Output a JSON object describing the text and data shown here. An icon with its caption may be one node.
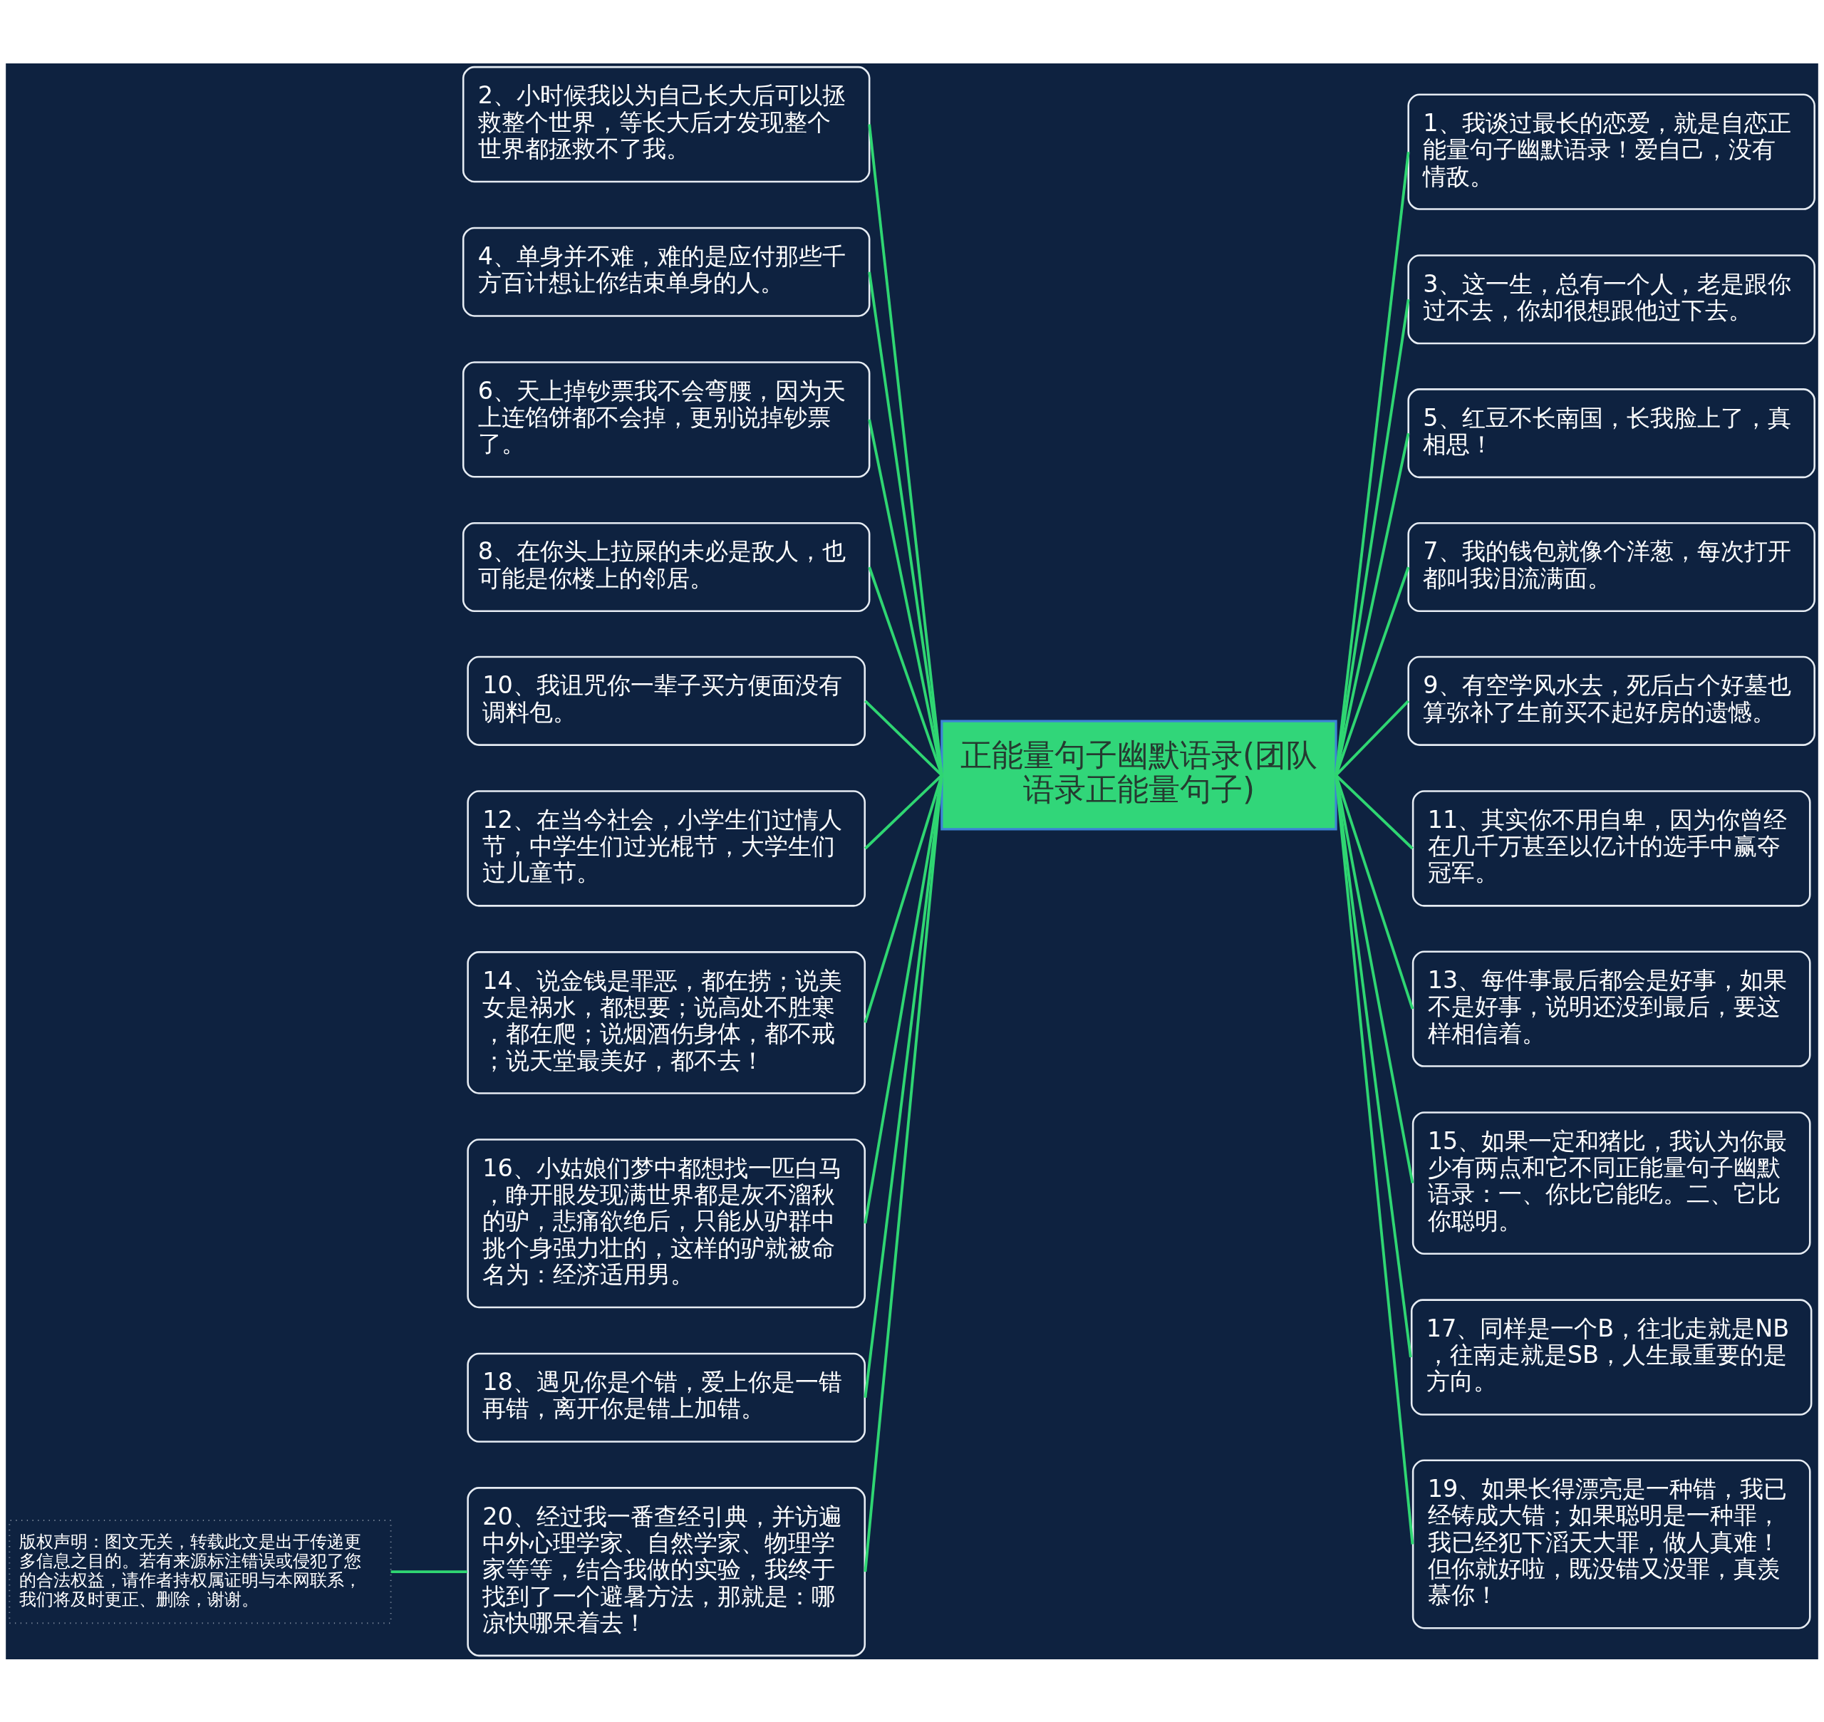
{
  "diagram": {
    "nodes": [
      {
        "text": [
          "正能量句子幽默语录(团队语录正能量句子)"
        ]
      },
      {
        "text": [
          "2、小时候我以为自己长大后可以拯救整个世界，等长大后才发现整个世界都拯救不了我。"
        ]
      },
      {
        "text": [
          "4、单身并不难，难的是应付那些千方百计想让你结束单身的人。"
        ]
      },
      {
        "text": [
          "6、天上掉钞票我不会弯腰，因为天上连馅饼都不会掉，更别说掉钞票了。"
        ]
      },
      {
        "text": [
          "8、在你头上拉屎的未必是敌人，也可能是你楼上的邻居。"
        ]
      },
      {
        "text": [
          "10、我诅咒你一辈子买方便面没有调料包。"
        ]
      },
      {
        "text": [
          "12、在当今社会，小学生们过情人节，中学生们过光棍节，大学生们过儿童节。"
        ]
      },
      {
        "text": [
          "14、说金钱是罪恶，都在捞；说美女是祸水，都想要；说高处不胜寒，都在爬；说烟酒伤身体，都不戒；说天堂最美好，都不去！"
        ]
      },
      {
        "text": [
          "16、小姑娘们梦中都想找一匹白马，睁开眼发现满世界都是灰不溜秋的驴，悲痛欲绝后，只能从驴群中挑个身强力壮的，这样的驴就被命名为：经济适用男。"
        ]
      },
      {
        "text": [
          "18、遇见你是个错，爱上你是一错再错，离开你是错上加错。"
        ]
      },
      {
        "text": [
          "20、经过我一番查经引典，并访遍中外心理学家、自然学家、物理学家等等，结合我做的实验，我终于找到了一个避暑方法，那就是：哪凉快哪呆着去！"
        ]
      },
      {
        "text": [
          "版权声明：图文无关，转载此文是出于传递更多信息之目的。若有来源标注错误或侵犯了您的合法权益，请作者持权属证明与本网联系，我们将及时更正、删除，谢谢。"
        ]
      },
      {
        "text": [
          "1、我谈过最长的恋爱，就是自恋正能量句子幽默语录！爱自己，没有情敌。"
        ]
      },
      {
        "text": [
          "3、这一生，总有一个人，老是跟你过不去，你却很想跟他过下去。"
        ]
      },
      {
        "text": [
          "5、红豆不长南国，长我脸上了，真相思！"
        ]
      },
      {
        "text": [
          "7、我的钱包就像个洋葱，每次打开都叫我泪流满面。"
        ]
      },
      {
        "text": [
          "9、有空学风水去，死后占个好墓也算弥补了生前买不起好房的遗憾。"
        ]
      },
      {
        "text": [
          "11、其实你不用自卑，因为你曾经在几千万甚至以亿计的选手中赢夺冠军。"
        ]
      },
      {
        "text": [
          "13、每件事最后都会是好事，如果不是好事，说明还没到最后，要这样相信着。"
        ]
      },
      {
        "text": [
          "15、如果一定和猪比，我认为你最少有两点和它不同正能量句子幽默语录：一、你比它能吃。二、它比你聪明。"
        ]
      },
      {
        "text": [
          "17、同样是一个B，往北走就是NB，往南走就是SB，人生最重要的是方向。"
        ]
      },
      {
        "text": [
          "19、如果长得漂亮是一种错，我已经铸成大错；如果聪明是一种罪，我已经犯下滔天大罪，做人真难！但你就好啦，既没错又没罪，真羡慕你！"
        ]
      }
    ],
    "edges": [
      {
        "from": 1,
        "to": 0,
        "arrow": "none"
      },
      {
        "from": 2,
        "to": 0,
        "arrow": "none"
      },
      {
        "from": 3,
        "to": 0,
        "arrow": "none"
      },
      {
        "from": 4,
        "to": 0,
        "arrow": "none"
      },
      {
        "from": 5,
        "to": 0,
        "arrow": "none"
      },
      {
        "from": 6,
        "to": 0,
        "arrow": "none"
      },
      {
        "from": 7,
        "to": 0,
        "arrow": "none"
      },
      {
        "from": 8,
        "to": 0,
        "arrow": "none"
      },
      {
        "from": 9,
        "to": 0,
        "arrow": "none"
      },
      {
        "from": 10,
        "to": 0,
        "arrow": "none"
      },
      {
        "from": 11,
        "to": 10,
        "arrow": "none"
      },
      {
        "from": 0,
        "to": 12,
        "arrow": "none"
      },
      {
        "from": 0,
        "to": 13,
        "arrow": "none"
      },
      {
        "from": 0,
        "to": 14,
        "arrow": "none"
      },
      {
        "from": 0,
        "to": 15,
        "arrow": "none"
      },
      {
        "from": 0,
        "to": 16,
        "arrow": "none"
      },
      {
        "from": 0,
        "to": 17,
        "arrow": "none"
      },
      {
        "from": 0,
        "to": 18,
        "arrow": "none"
      },
      {
        "from": 0,
        "to": 19,
        "arrow": "none"
      },
      {
        "from": 0,
        "to": 20,
        "arrow": "none"
      },
      {
        "from": 0,
        "to": 21,
        "arrow": "none"
      }
    ]
  }
}
